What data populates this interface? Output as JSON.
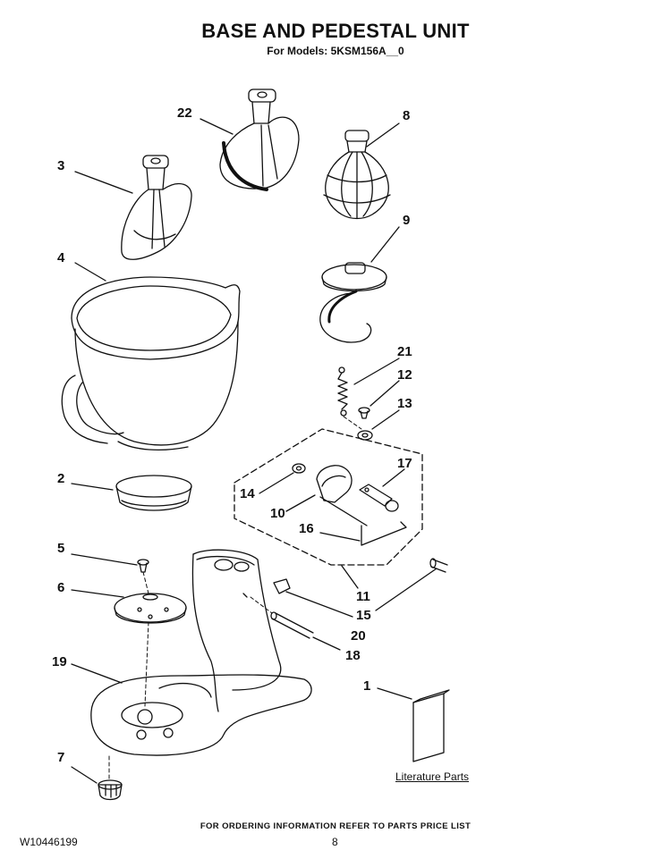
{
  "header": {
    "title": "BASE AND PEDESTAL UNIT",
    "subtitle": "For Models: 5KSM156A__0"
  },
  "parts": [
    {
      "id": "p1",
      "number": "1"
    },
    {
      "id": "p2",
      "number": "2"
    },
    {
      "id": "p3",
      "number": "3"
    },
    {
      "id": "p4",
      "number": "4"
    },
    {
      "id": "p5",
      "number": "5"
    },
    {
      "id": "p6",
      "number": "6"
    },
    {
      "id": "p7",
      "number": "7"
    },
    {
      "id": "p8",
      "number": "8"
    },
    {
      "id": "p9",
      "number": "9"
    },
    {
      "id": "p10",
      "number": "10"
    },
    {
      "id": "p11",
      "number": "11"
    },
    {
      "id": "p12",
      "number": "12"
    },
    {
      "id": "p13",
      "number": "13"
    },
    {
      "id": "p14",
      "number": "14"
    },
    {
      "id": "p15",
      "number": "15"
    },
    {
      "id": "p16",
      "number": "16"
    },
    {
      "id": "p17",
      "number": "17"
    },
    {
      "id": "p18",
      "number": "18"
    },
    {
      "id": "p19",
      "number": "19"
    },
    {
      "id": "p20",
      "number": "20"
    },
    {
      "id": "p21",
      "number": "21"
    },
    {
      "id": "p22",
      "number": "22"
    }
  ],
  "literature_label": "Literature Parts",
  "footer": {
    "notice": "FOR ORDERING INFORMATION REFER TO PARTS PRICE LIST",
    "doc_number": "W10446199",
    "page_number": "8"
  }
}
